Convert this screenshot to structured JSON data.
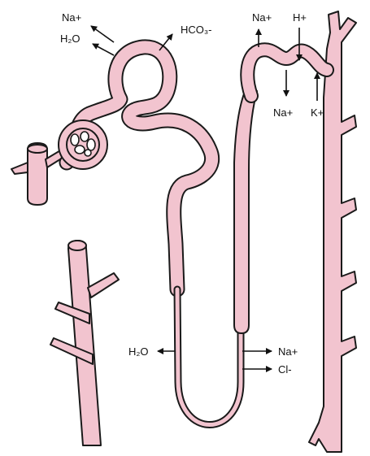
{
  "labels": {
    "pct_na": "Na+",
    "pct_h2o": "H₂O",
    "pct_hco3": "HCO₃-",
    "dct_na_top": "Na+",
    "dct_h": "H+",
    "dct_na_bottom": "Na+",
    "dct_k": "K+",
    "loop_h2o": "H₂O",
    "loop_na": "Na+",
    "loop_cl": "Cl-"
  },
  "colors": {
    "tissue": "#f2c4cf",
    "outline": "#1a1a1a",
    "arrow": "#111111"
  }
}
